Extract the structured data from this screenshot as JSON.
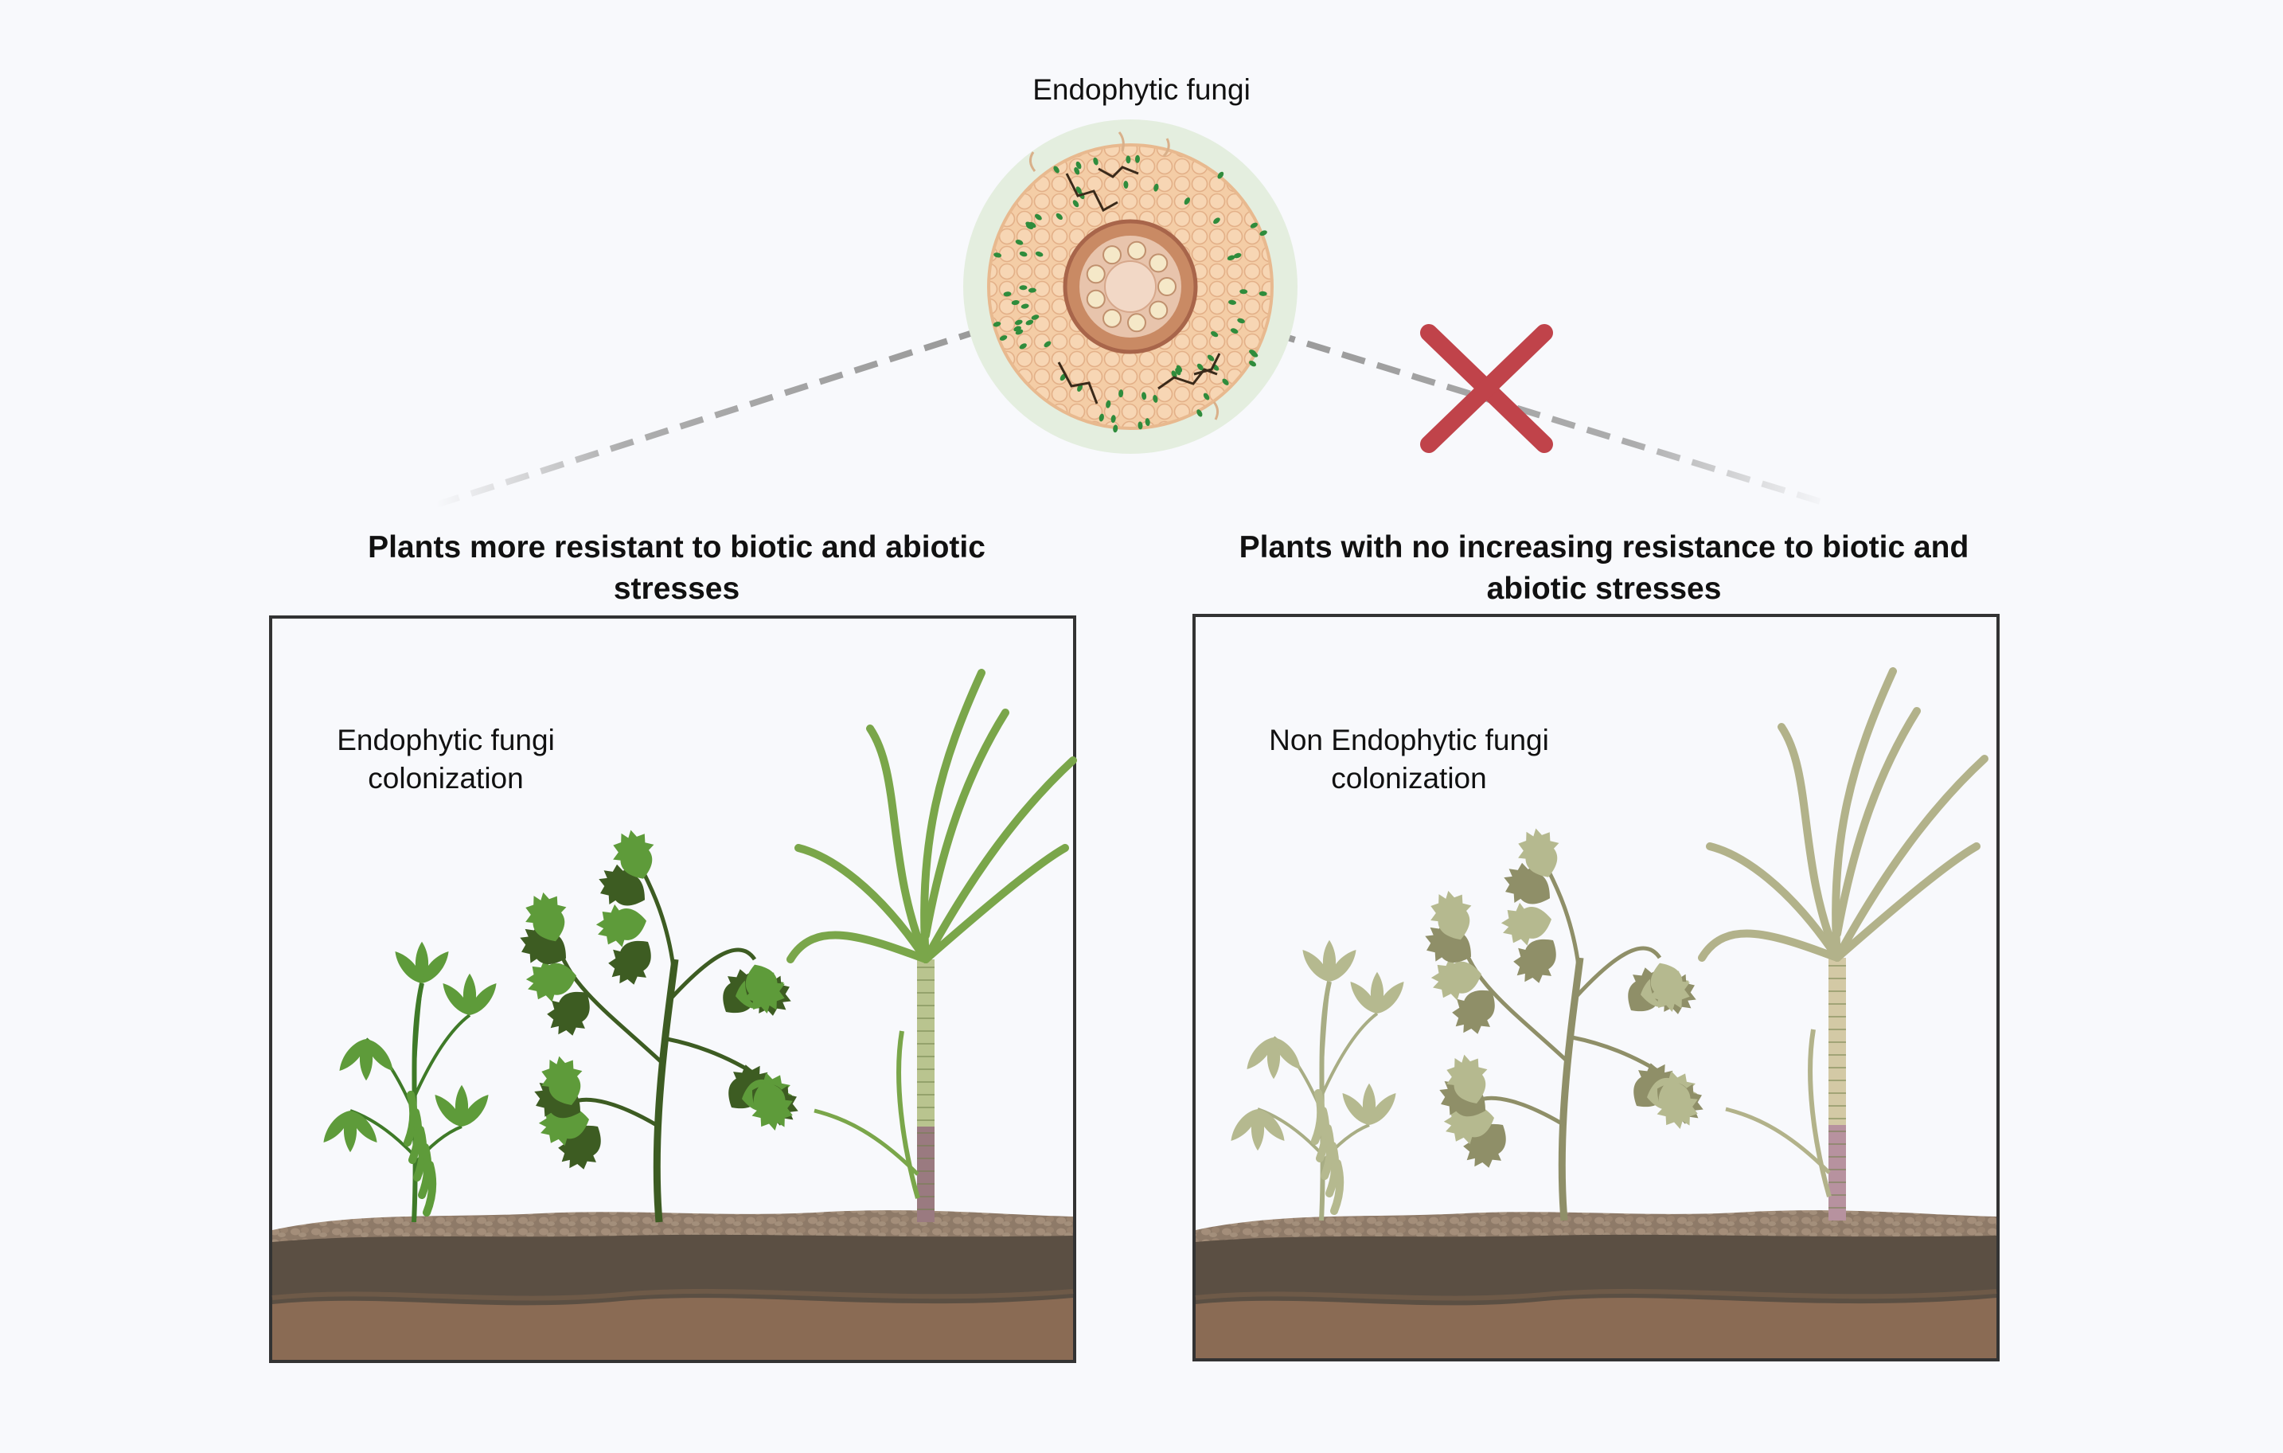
{
  "top_label": "Endophytic fungi",
  "left_panel": {
    "heading_line1": "Plants more resistant  to biotic and abiotic",
    "heading_line2": "stresses",
    "caption_line1": "Endophytic  fungi",
    "caption_line2": "colonization"
  },
  "right_panel": {
    "heading_line1": "Plants with no  increasing resistance to biotic and",
    "heading_line2": "abiotic stresses",
    "caption_line1": "Non Endophytic  fungi",
    "caption_line2": "colonization"
  },
  "colors": {
    "background": "#f8f9fc",
    "healthy_leaf": "#5e9b3a",
    "dark_leaf": "#3d5c22",
    "cane_leaf": "#7aa64a",
    "faded_leaf": "#b5b98f",
    "faded_dark": "#8f8f68",
    "soil_top": "#8c7560",
    "soil_dark": "#5b4f43",
    "soil_bottom": "#8a6b54",
    "cross_red": "#c0434a",
    "root_outer": "#f2c9a2",
    "root_halo": "#e4eedf"
  },
  "icons": [
    "root-cross-section-icon",
    "cross-mark-icon",
    "soybean-plant-icon",
    "tomato-plant-icon",
    "sugarcane-plant-icon"
  ]
}
